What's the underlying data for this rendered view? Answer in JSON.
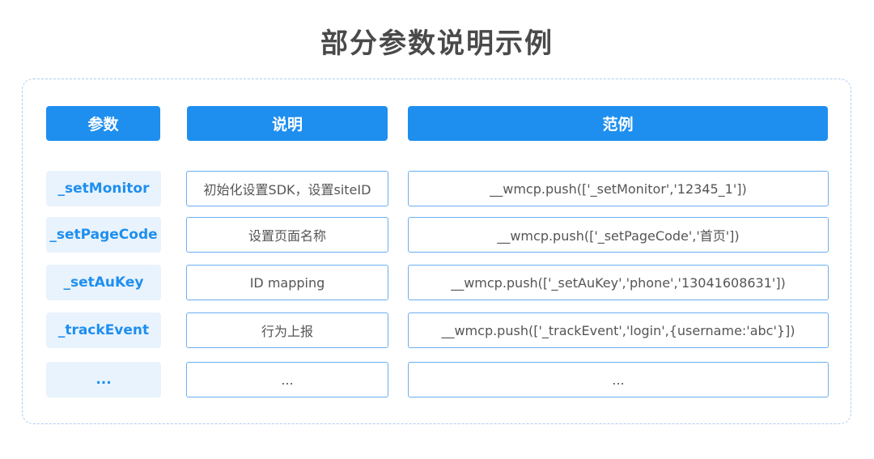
{
  "title": "部分参数说明示例",
  "headers": {
    "param": "参数",
    "description": "说明",
    "example": "范例"
  },
  "rows": [
    {
      "param": "_setMonitor",
      "description": "初始化设置SDK，设置siteID",
      "example": "__wmcp.push(['_setMonitor','12345_1'])"
    },
    {
      "param": "_setPageCode",
      "description": "设置页面名称",
      "example": "__wmcp.push(['_setPageCode','首页'])"
    },
    {
      "param": "_setAuKey",
      "description": "ID mapping",
      "example": "__wmcp.push(['_setAuKey','phone','13041608631'])"
    },
    {
      "param": "_trackEvent",
      "description": "行为上报",
      "example": "__wmcp.push(['_trackEvent','login',{username:'abc'}])"
    },
    {
      "param": "...",
      "description": "...",
      "example": "..."
    }
  ],
  "colors": {
    "header_bg": "#1e8fef",
    "param_bg": "#e9f3fd",
    "param_text": "#1e8fef",
    "border": "#6aaef0",
    "panel_border": "#a9cdf0"
  }
}
